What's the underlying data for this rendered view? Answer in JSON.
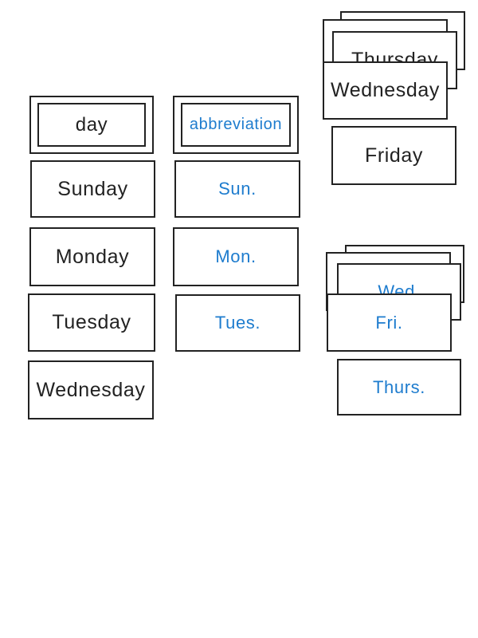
{
  "colors": {
    "ink": "#222222",
    "blue": "#1e7cce",
    "page_bg": "#ffffff"
  },
  "left_column": {
    "header": "day",
    "cards": [
      "Sunday",
      "Monday",
      "Tuesday",
      "Wednesday"
    ]
  },
  "middle_column": {
    "header": "abbreviation",
    "cards": [
      "Sun.",
      "Mon.",
      "Tues."
    ]
  },
  "right_top_stack": {
    "partially_hidden_card": "Thursday",
    "front_card": "Wednesday",
    "card_below_stack": "Friday"
  },
  "right_mid_stack": {
    "partially_hidden_card": "Wed.",
    "front_card": "Fri.",
    "card_below_stack": "Thurs."
  }
}
